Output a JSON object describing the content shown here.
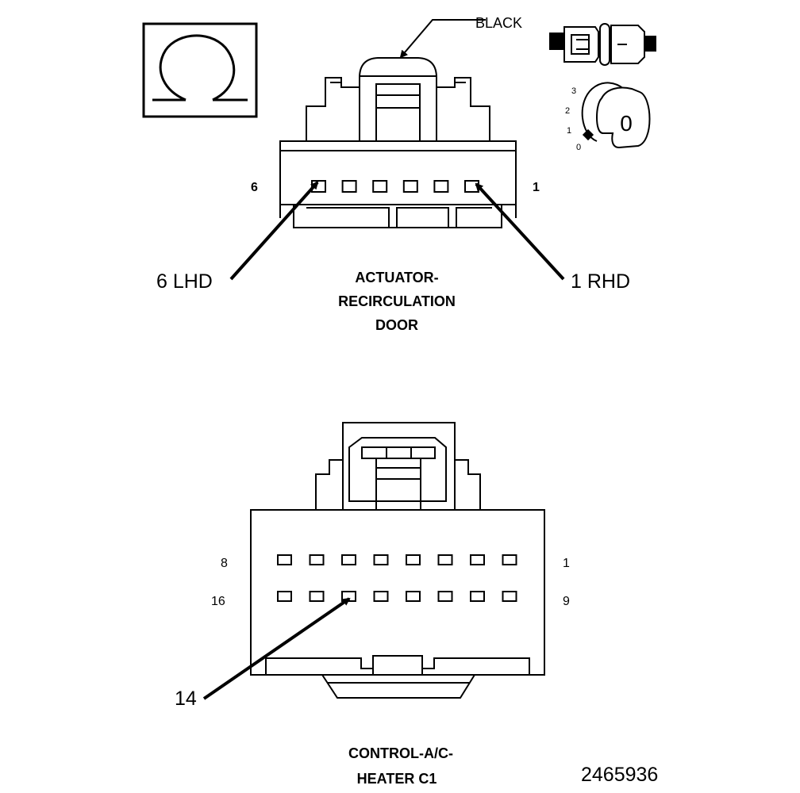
{
  "top_connector": {
    "color_label": "BLACK",
    "pin_left": "6",
    "pin_right": "1",
    "callout_left": "6 LHD",
    "callout_right": "1 RHD",
    "name_lines": [
      "ACTUATOR-",
      "RECIRCULATION",
      "DOOR"
    ],
    "cavity_count": 6
  },
  "bottom_connector": {
    "row1_left": "8",
    "row1_right": "1",
    "row2_left": "16",
    "row2_right": "9",
    "callout": "14",
    "name_lines": [
      "CONTROL-A/C-",
      "HEATER C1"
    ],
    "cavities_per_row": 8
  },
  "position_scale": [
    "3",
    "2",
    "1",
    "0"
  ],
  "knob_value": "0",
  "figure_number": "2465936",
  "icons": [
    "ohm-symbol-icon",
    "connector-plug-icon",
    "rotary-switch-icon"
  ]
}
